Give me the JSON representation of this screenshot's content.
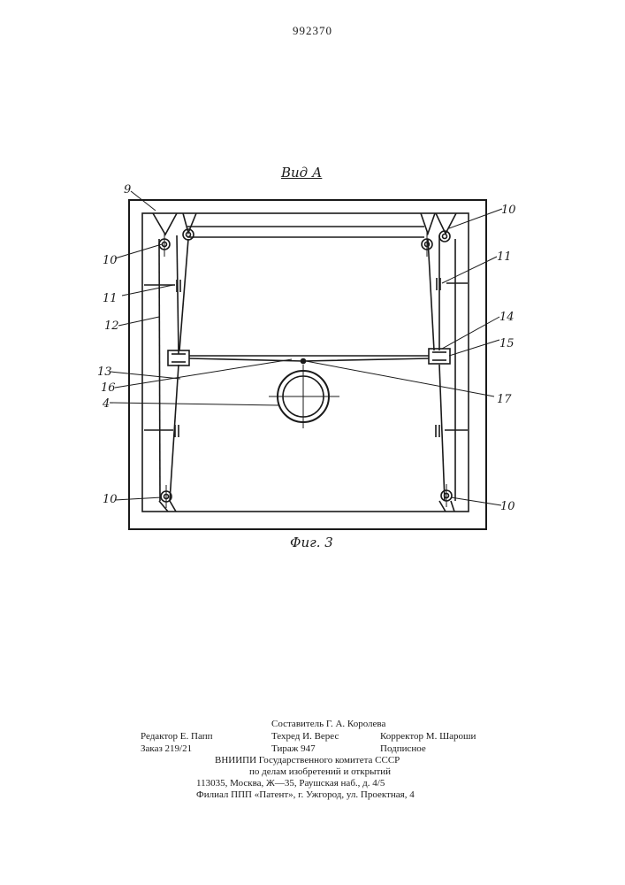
{
  "page_number": "992370",
  "figure": {
    "view_label": "Вид А",
    "caption": "Фиг. 3",
    "callouts": {
      "c9": "9",
      "c10_tr": "10",
      "c10_tl": "10",
      "c11_l": "11",
      "c11_r": "11",
      "c12": "12",
      "c13": "13",
      "c14": "14",
      "c15": "15",
      "c16": "16",
      "c17": "17",
      "c4": "4",
      "c10_bl": "10",
      "c10_br": "10"
    }
  },
  "footer": {
    "compiler": "Составитель Г. А. Королева",
    "editor": "Редактор Е. Папп",
    "tech_editor": "Техред И. Верес",
    "corrector": "Корректор М. Шароши",
    "order": "Заказ 219/21",
    "circulation": "Тираж 947",
    "subscription": "Подписное",
    "institute_line1": "ВНИИПИ  Государственного  комитета  СССР",
    "institute_line2": "по  делам  изобретений  и  открытий",
    "address": "113035,  Москва,  Ж—35,  Раушская  наб.,  д.  4/5",
    "branch": "Филиал  ППП  «Патент»,  г.  Ужгород,  ул.  Проектная,  4"
  }
}
